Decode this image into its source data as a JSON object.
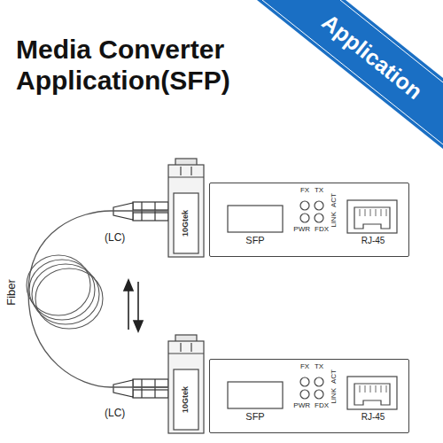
{
  "diagram": {
    "title": "Media Converter Application(SFP)",
    "nodes": [
      {
        "text": [
          "10Gtek"
        ]
      },
      {
        "text": [
          "SFP",
          "FX",
          "TX",
          "PWR",
          "FDX",
          "LINK",
          "ACT",
          "RJ-45"
        ]
      },
      {
        "text": [
          "10Gtek"
        ]
      },
      {
        "text": [
          "SFP",
          "FX",
          "TX",
          "PWR",
          "FDX",
          "LINK",
          "ACT",
          "RJ-45"
        ]
      }
    ],
    "edges": [
      {
        "from": 0,
        "to": 2,
        "arrow": "none"
      }
    ],
    "labels": [
      "Application",
      "(LC)",
      "(LC)",
      "Fiber"
    ]
  }
}
